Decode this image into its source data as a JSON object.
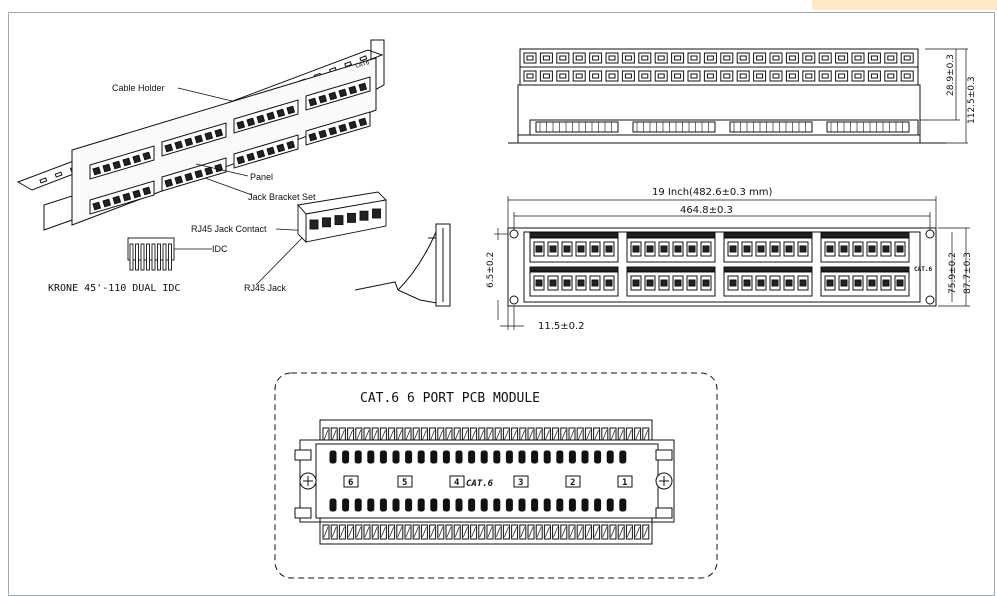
{
  "colors": {
    "accent": "#fde9c4",
    "frame": "#9fa7b0",
    "ink": "#111111"
  },
  "perspective_view": {
    "labels": {
      "cable_holder": "Cable Holder",
      "panel": "Panel",
      "jack_bracket_set": "Jack Bracket Set",
      "rj45_jack_contact": "RJ45 Jack Contact",
      "idc": "IDC",
      "rj45_jack": "RJ45 Jack",
      "krone": "KRONE 45'-110 DUAL IDC"
    },
    "panel_badge": "CAT6"
  },
  "top_view": {
    "dimensions": {
      "depth": "28.9±0.3",
      "overall_depth": "112.5±0.3"
    }
  },
  "front_view": {
    "dimensions": {
      "overall_width": "19 Inch(482.6±0.3 mm)",
      "hole_spacing": "464.8±0.3",
      "hole_offset_v": "6.5±0.2",
      "hole_offset_h": "11.5±0.2",
      "inner_height": "75.9±0.2",
      "overall_height": "87.7±0.3"
    },
    "badge": "CAT.6"
  },
  "pcb_module": {
    "title": "CAT.6 6 PORT PCB MODULE",
    "port_labels": [
      "6",
      "5",
      "4",
      "3",
      "2",
      "1"
    ],
    "logo": "CAT.6"
  }
}
